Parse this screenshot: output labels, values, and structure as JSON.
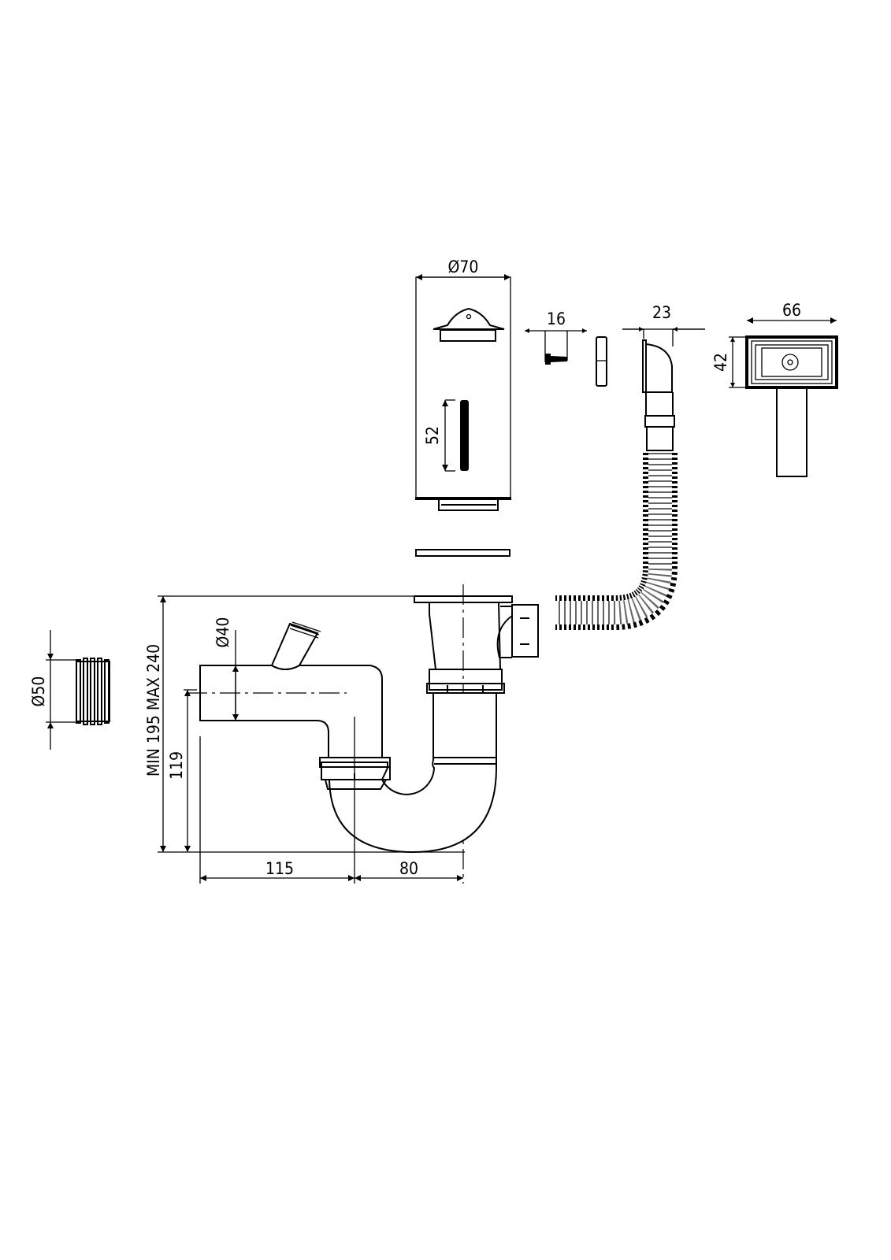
{
  "dimensions": {
    "strainer_diameter": "Ø70",
    "bolt_length": "52",
    "screw_length": "16",
    "overflow_elbow_width": "23",
    "overflow_grille_width": "66",
    "overflow_grille_height": "42",
    "outlet_diameter": "Ø40",
    "total_height": "MIN 195 MAX 240",
    "outlet_height": "119",
    "outlet_offset": "115",
    "trap_offset": "80",
    "adapter_diameter": "Ø50"
  }
}
